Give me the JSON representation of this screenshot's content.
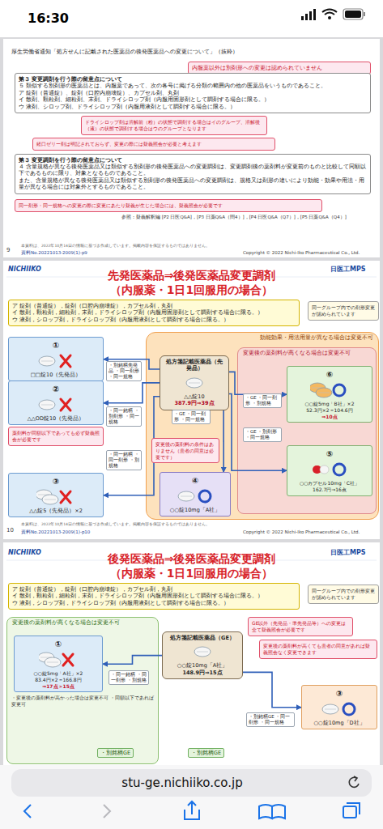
{
  "diagram": {
    "nodes": [
      {
        "text": [
          "内服薬以外は別剤形への変更は認められていません"
        ]
      },
      {
        "text": [
          "第３ 変更調剤を行う際の留意点について",
          "５ 類似する別剤形の医薬品とは、内服薬であって、次の各号に掲げる分類の範囲内の他の医薬品をいうものであること。",
          "ア 錠剤（普通錠）、錠剤（口腔内崩壊錠）、カプセル剤、丸剤",
          "イ 散剤、顆粒剤、細粒剤、末剤、ドライシロップ剤（内服用固形剤として調剤する場合に限る。）",
          "ウ 液剤、シロップ剤、ドライシロップ剤（内服用液剤として調剤する場合に限る。）"
        ]
      },
      {
        "text": [
          "ドライシロップ剤は溶解前（粉）の状態で調剤する場合はイのグループ、溶解後（液）の状態で調剤する場合はウのグループとなります"
        ]
      },
      {
        "text": [
          "経口ゼリー剤は明記されておらず、変更の際には疑義照会が必要と考えます"
        ]
      },
      {
        "text": [
          "第３ 変更調剤を行う際の留意点について",
          "４ 含量規格が異なる後発医薬品又は類似する別剤形の後発医薬品への変更調剤は、変更調剤後の薬剤料が変更前のものと比較して同額以下であるものに限り、対象となるものであること。",
          "また、含量規格が異なる後発医薬品又は類似する別剤形の後発医薬品への変更調剤は、規格又は剤形の違いにより効能・効果や用法・用量が異なる場合には対象外とするものであること。"
        ]
      },
      {
        "text": [
          "同一剤形・同一規格への変更の際に変更にあたり疑義が生じた場合には、疑義照会が必要です"
        ]
      },
      {
        "text": [
          "ア 錠剤（普通錠），錠剤（口腔内崩壊錠），カプセル剤，丸剤",
          "イ 散剤，顆粒剤，細粒剤，末剤，ドライシロップ剤（内服用固形剤として調剤する場合に限る。）",
          "ウ 液剤，シロップ剤，ドライシロップ剤（内服用液剤として調剤する場合に限る。）"
        ]
      },
      {
        "text": [
          "同一グループ内での剤形変更が認められています"
        ]
      },
      {
        "text": [
          "①",
          "□□錠10（先発品）"
        ]
      },
      {
        "text": [
          "②",
          "△△OD錠10（先発品）"
        ]
      },
      {
        "text": [
          "薬剤料が同額以下であっても必ず疑義照会が必要です"
        ]
      },
      {
        "text": [
          "③",
          "△△錠5（先発品）×2"
        ]
      },
      {
        "text": [
          "効能効果・用法用量が異なる場合は変更不可"
        ]
      },
      {
        "text": [
          "処方箋記載医薬品（先発品）",
          "△△錠10",
          "387.9円⇒39点"
        ],
        "in": 12
      },
      {
        "text": [
          "変更後の薬剤料が高くなる場合は変更不可"
        ],
        "in": 12
      },
      {
        "text": [
          "⑥",
          "○○錠5mg「B社」×2",
          "52.3円×2＝104.6円",
          "⇒10点"
        ],
        "in": 14
      },
      {
        "text": [
          "⑤",
          "○○カプセル10mg「C社」",
          "162.7円⇒16点"
        ],
        "in": 14
      },
      {
        "text": [
          "変更後の薬剤料の条件はありません（患者の同意は必要です）"
        ],
        "in": 12
      },
      {
        "text": [
          "④",
          "○○錠10mg「A社」"
        ],
        "in": 12
      },
      {
        "text": [
          "ア 錠剤（普通錠），錠剤（口腔内崩壊錠），カプセル剤，丸剤",
          "イ 散剤，顆粒剤，細粒剤，末剤，ドライシロップ剤（内服用固形剤として調剤する場合に限る。）",
          "ウ 液剤，シロップ剤，ドライシロップ剤（内服用液剤として調剤する場合に限る。）"
        ]
      },
      {
        "text": [
          "同一グループ内での剤形変更が認められています"
        ]
      },
      {
        "text": [
          "変更後の薬剤料が高くなる場合は変更不可"
        ]
      },
      {
        "text": [
          "①",
          "○○錠5mg「A社」×2",
          "83.4円×2＝166.8円",
          "⇒17点＞15点"
        ],
        "in": 21
      },
      {
        "text": [
          "処方箋記載医薬品（GE）",
          "○○錠10mg「A社」",
          "148.9円⇒15点"
        ]
      },
      {
        "text": [
          "GE以外（先発品・準先発品等）への変更は全て疑義照会が必要です"
        ]
      },
      {
        "text": [
          "変更後の薬剤料が高くても患者の同意があれば疑義照会なく変更できます"
        ]
      },
      {
        "text": [
          "③",
          "○○錠10mg「D社」"
        ]
      }
    ],
    "edges": [
      {
        "from": 13,
        "to": 8,
        "label": "・別銘柄先発品 ・同一剤形 ・同一規格",
        "arrow": "to"
      },
      {
        "from": 13,
        "to": 9,
        "label": "・同一銘柄 ・別剤形 ・同一規格",
        "arrow": "to"
      },
      {
        "from": 13,
        "to": 11,
        "label": "・同一銘柄 ・同一剤形 ・別規格",
        "arrow": "to"
      },
      {
        "from": 13,
        "to": 18,
        "label": "・GE ・同一剤形 ・同一規格",
        "arrow": "to"
      },
      {
        "from": 13,
        "to": 15,
        "label": "・GE ・同一剤形 ・別規格",
        "arrow": "to"
      },
      {
        "from": 13,
        "to": 16,
        "label": "・GE ・別剤形 ・同一規格",
        "arrow": "to"
      },
      {
        "from": 23,
        "to": 22,
        "label": "・同一銘柄 ・同一剤形 ・別規格",
        "arrow": "to"
      },
      {
        "from": 23,
        "to": 26,
        "label": "・別銘柄GE ・同一剤形 ・同一規格",
        "arrow": "to"
      }
    ],
    "labels": [
      "16:30",
      "厚生労働省通知「処方せんに記載された医薬品の後発医薬品への変更について」（抜粋）",
      "参照：疑義解釈編 [P2 日医Q&A]，[P3 日薬Q&A（問4）]，[P4 日医Q&A（Q7）]，[P5 日薬Q&A（Q4）]",
      "9",
      "本資料は、2022年10月14日の情報に基づき作成しています。掲載内容を保証するものではありません。",
      "資料No.20221013-2009(1)-p9",
      "Copyright © 2022 Nichi-Iko Pharmaceutical Co., Ltd.",
      "NICHIIKO",
      "日医工MPS",
      "先発医薬品⇒後発医薬品変更調剤",
      "（内服薬・1日1回服用の場合）",
      "10",
      "本資料は、2022年10月14日の情報に基づき作成しています。掲載内容を保証するものではありません。",
      "資料No.20221013-2009(1)-p10",
      "Copyright © 2022 Nichi-Iko Pharmaceutical Co., Ltd.",
      "NICHIIKO",
      "日医工MPS",
      "後発医薬品⇒後発医薬品変更調剤",
      "（内服薬・1日1回服用の場合）",
      "・変更後の薬剤料が高かった場合は変更不可 ・同額以下であれば変更可",
      "・別銘柄GE",
      "・別銘柄GE",
      "stu-ge.nichiiko.co.jp"
    ]
  }
}
